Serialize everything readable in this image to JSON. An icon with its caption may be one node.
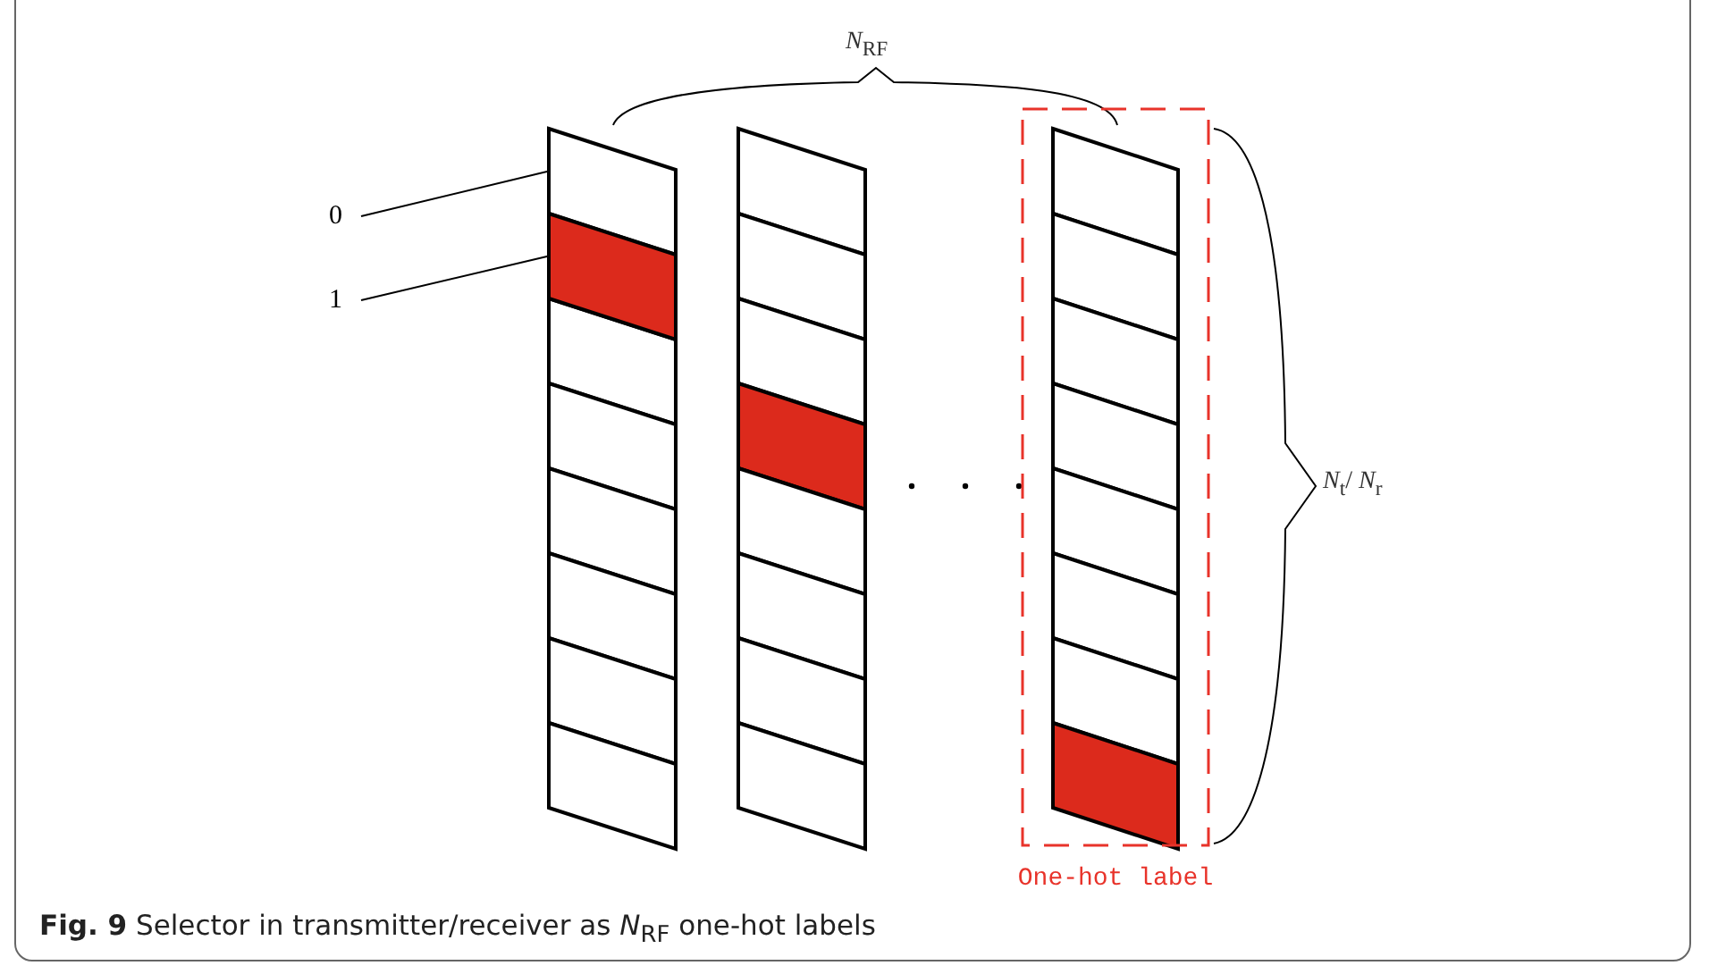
{
  "diagram": {
    "caption": "**Fig. 9** Selector in transmitter/receiver as *N*$_{RF}$ one-hot labels",
    "nodes": [
      {
        "text": [
          "0"
        ]
      },
      {
        "text": [
          "1"
        ]
      },
      {
        "text": [],
        "shape": "box"
      },
      {
        "text": [],
        "shape": "box"
      },
      {
        "text": [
          "One-hot label"
        ]
      }
    ],
    "edges": [
      {
        "from": 0,
        "to": 2,
        "arrow": "none"
      },
      {
        "from": 1,
        "to": 3,
        "arrow": "none"
      }
    ],
    "labels": [
      "*N*$_{RF}$",
      "*N*$_{t}$/ *N*$_{r}$"
    ]
  }
}
